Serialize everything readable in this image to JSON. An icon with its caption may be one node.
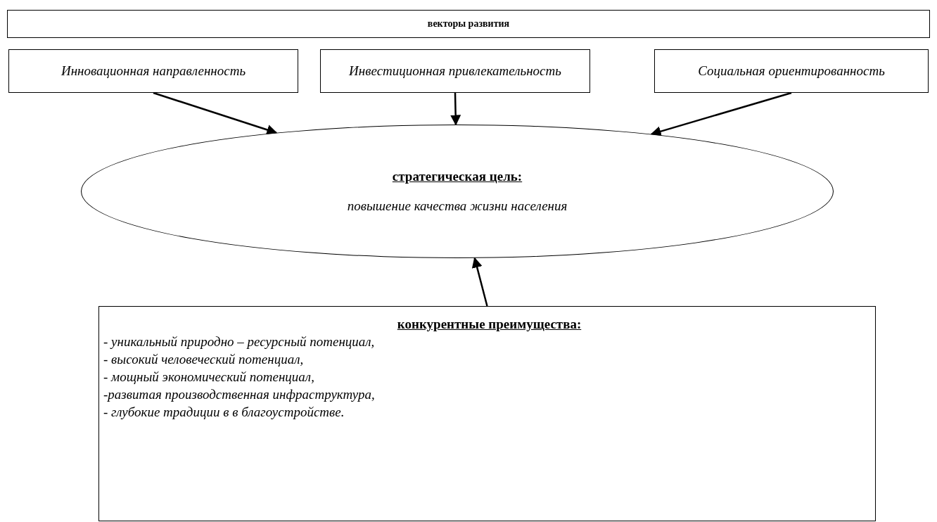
{
  "diagram": {
    "nodes": [
      {
        "text": [
          "векторы развития"
        ]
      },
      {
        "text": [
          "Инновационная направленность"
        ]
      },
      {
        "text": [
          "Инвестиционная привлекательность"
        ]
      },
      {
        "text": [
          "Социальная ориентированность"
        ]
      },
      {
        "text": [
          "стратегическая цель:",
          "повышение качества жизни населения"
        ]
      },
      {
        "text": [
          "конкурентные преимущества:",
          "- уникальный природно – ресурсный потенциал,",
          "- высокий человеческий потенциал,",
          "- мощный экономический потенциал,",
          "-развитая производственная инфраструктура,",
          "- глубокие традиции в в благоустройстве."
        ]
      }
    ],
    "edges": [
      {
        "from": 1,
        "to": 4,
        "arrow": "to"
      },
      {
        "from": 2,
        "to": 4,
        "arrow": "to"
      },
      {
        "from": 3,
        "to": 4,
        "arrow": "to"
      },
      {
        "from": 5,
        "to": 4,
        "arrow": "to"
      }
    ]
  }
}
